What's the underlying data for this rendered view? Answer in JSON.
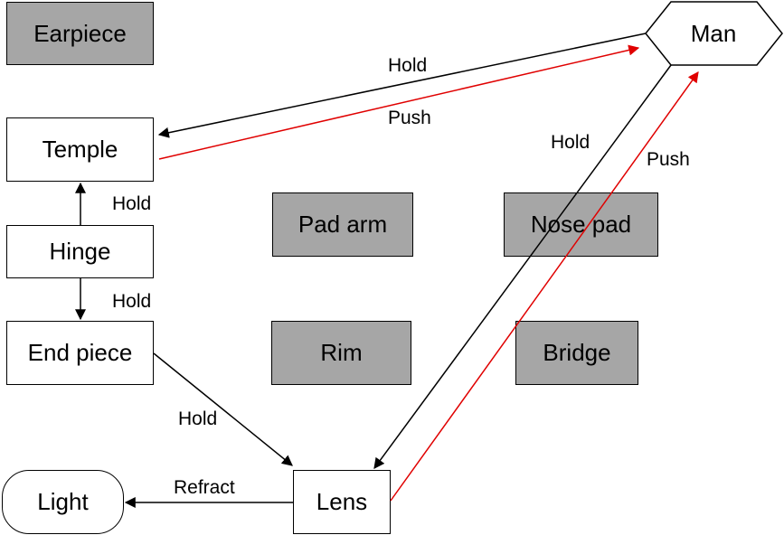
{
  "nodes": {
    "earpiece": "Earpiece",
    "temple": "Temple",
    "hinge": "Hinge",
    "end_piece": "End piece",
    "light": "Light",
    "lens": "Lens",
    "pad_arm": "Pad arm",
    "rim": "Rim",
    "nose_pad": "Nose pad",
    "bridge": "Bridge",
    "man": "Man"
  },
  "edges": {
    "man_to_temple": "Hold",
    "temple_to_man": "Push",
    "hinge_to_temple": "Hold",
    "hinge_to_end_piece": "Hold",
    "end_piece_to_lens": "Hold",
    "lens_to_light": "Refract",
    "man_to_lens": "Hold",
    "lens_to_man": "Push"
  },
  "colors": {
    "hold_edge": "#000000",
    "push_edge": "#e00000",
    "inactive_fill": "#a6a6a6",
    "active_fill": "#ffffff"
  }
}
